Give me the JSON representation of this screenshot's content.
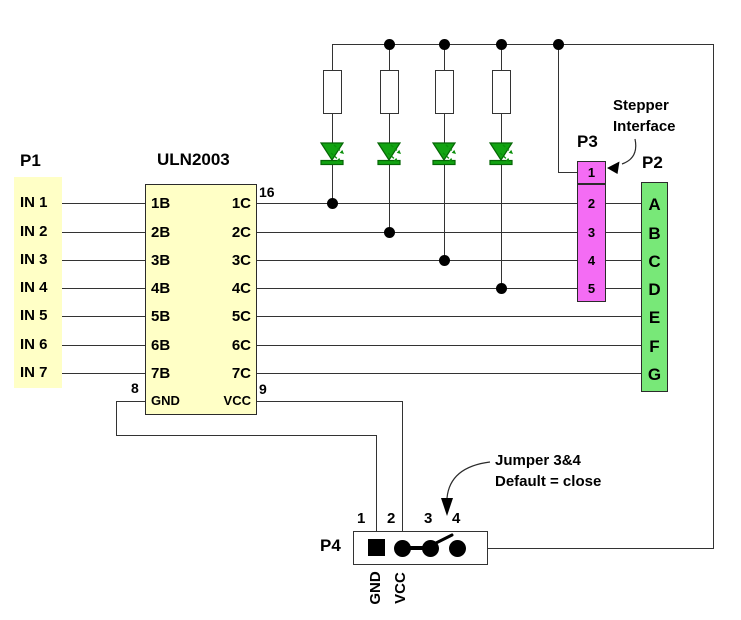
{
  "p1": {
    "label": "P1",
    "pins": [
      "IN 1",
      "IN 2",
      "IN 3",
      "IN 4",
      "IN 5",
      "IN 6",
      "IN 7"
    ]
  },
  "chip": {
    "label": "ULN2003",
    "left_pins": [
      "1B",
      "2B",
      "3B",
      "4B",
      "5B",
      "6B",
      "7B"
    ],
    "right_pins": [
      "1C",
      "2C",
      "3C",
      "4C",
      "5C",
      "6C",
      "7C"
    ],
    "gnd": "GND",
    "vcc": "VCC",
    "pin16": "16",
    "pin8": "8",
    "pin9": "9"
  },
  "p3": {
    "label": "P3",
    "pins": [
      "1",
      "2",
      "3",
      "4",
      "5"
    ]
  },
  "p2": {
    "label": "P2",
    "pins": [
      "A",
      "B",
      "C",
      "D",
      "E",
      "F",
      "G"
    ]
  },
  "p4": {
    "label": "P4",
    "pins": [
      "1",
      "2",
      "3",
      "4"
    ],
    "gnd": "GND",
    "vcc": "VCC"
  },
  "annotations": {
    "stepper_line1": "Stepper",
    "stepper_line2": "Interface",
    "jumper_line1": "Jumper 3&4",
    "jumper_line2": "Default = close"
  },
  "colors": {
    "connector_fill": "#FFFFC6",
    "p3_fill": "#F46CF4",
    "p2_fill": "#78E878",
    "led_green": "#12A312",
    "wire": "#333333"
  }
}
